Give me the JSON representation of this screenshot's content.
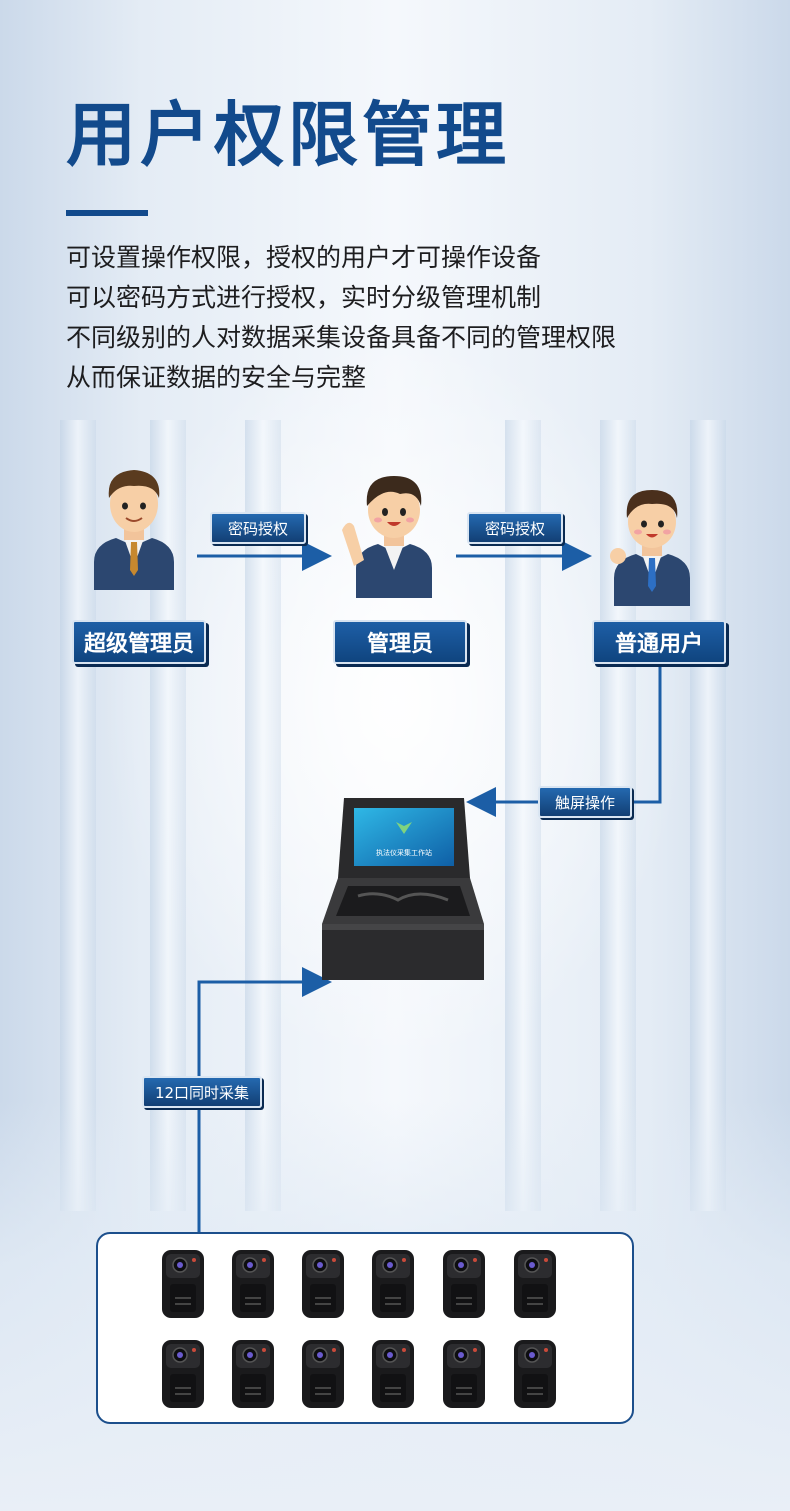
{
  "title": "用户权限管理",
  "description": [
    "可设置操作权限，授权的用户才可操作设备",
    "可以密码方式进行授权，实时分级管理机制",
    "不同级别的人对数据采集设备具备不同的管理权限",
    "从而保证数据的安全与完整"
  ],
  "roles": {
    "super_admin": "超级管理员",
    "admin": "管理员",
    "user": "普通用户"
  },
  "arrows": {
    "password_auth_1": "密码授权",
    "password_auth_2": "密码授权",
    "touch_operation": "触屏操作",
    "collect_12": "12口同时采集"
  },
  "workstation": {
    "screen_text": "执法仪采集工作站"
  },
  "colors": {
    "brand": "#124a8c",
    "arrow": "#1c5ea6"
  }
}
